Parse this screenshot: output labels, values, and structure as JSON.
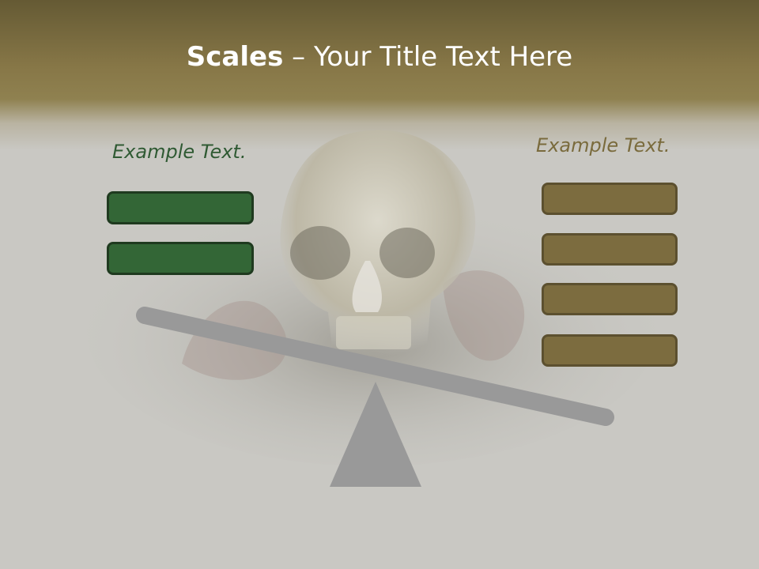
{
  "title": {
    "bold": "Scales",
    "rest": " – Your Title Text Here"
  },
  "left": {
    "label": "Example Text.",
    "boxes": 2
  },
  "right": {
    "label": "Example Text.",
    "boxes": 4
  },
  "colors": {
    "green": "#336636",
    "olive": "#7c6c3f",
    "scale": "#999999"
  },
  "background": "skull-photo"
}
